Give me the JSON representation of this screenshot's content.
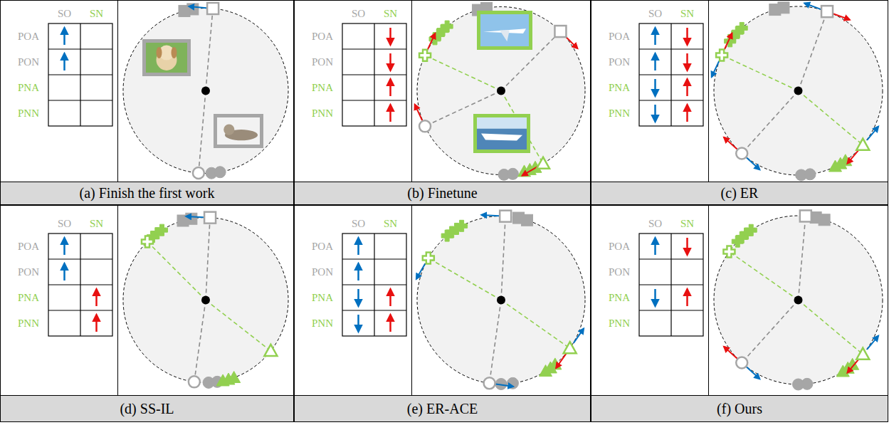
{
  "diagram": {
    "nodes": [
      {
        "text": [
          "(a) Finish the first work"
        ]
      },
      {
        "text": [
          "(b) Finetune"
        ]
      },
      {
        "text": [
          "(c) ER"
        ]
      },
      {
        "text": [
          "(d) SS-IL"
        ]
      },
      {
        "text": [
          "(e) ER-ACE"
        ]
      },
      {
        "text": [
          "(f) Ours"
        ]
      }
    ],
    "edges": [],
    "labels": [
      "SO",
      "SN",
      "POA",
      "PON",
      "PNA",
      "PNN",
      "SO",
      "SN",
      "POA",
      "PON",
      "PNA",
      "PNN",
      "SO",
      "SN",
      "POA",
      "PON",
      "PNA",
      "PNN",
      "SO",
      "SN",
      "POA",
      "PON",
      "PNA",
      "PNN",
      "SO",
      "SN",
      "POA",
      "PON",
      "PNA",
      "PNN",
      "SO",
      "SN",
      "POA",
      "PON",
      "PNA",
      "PNN"
    ]
  }
}
